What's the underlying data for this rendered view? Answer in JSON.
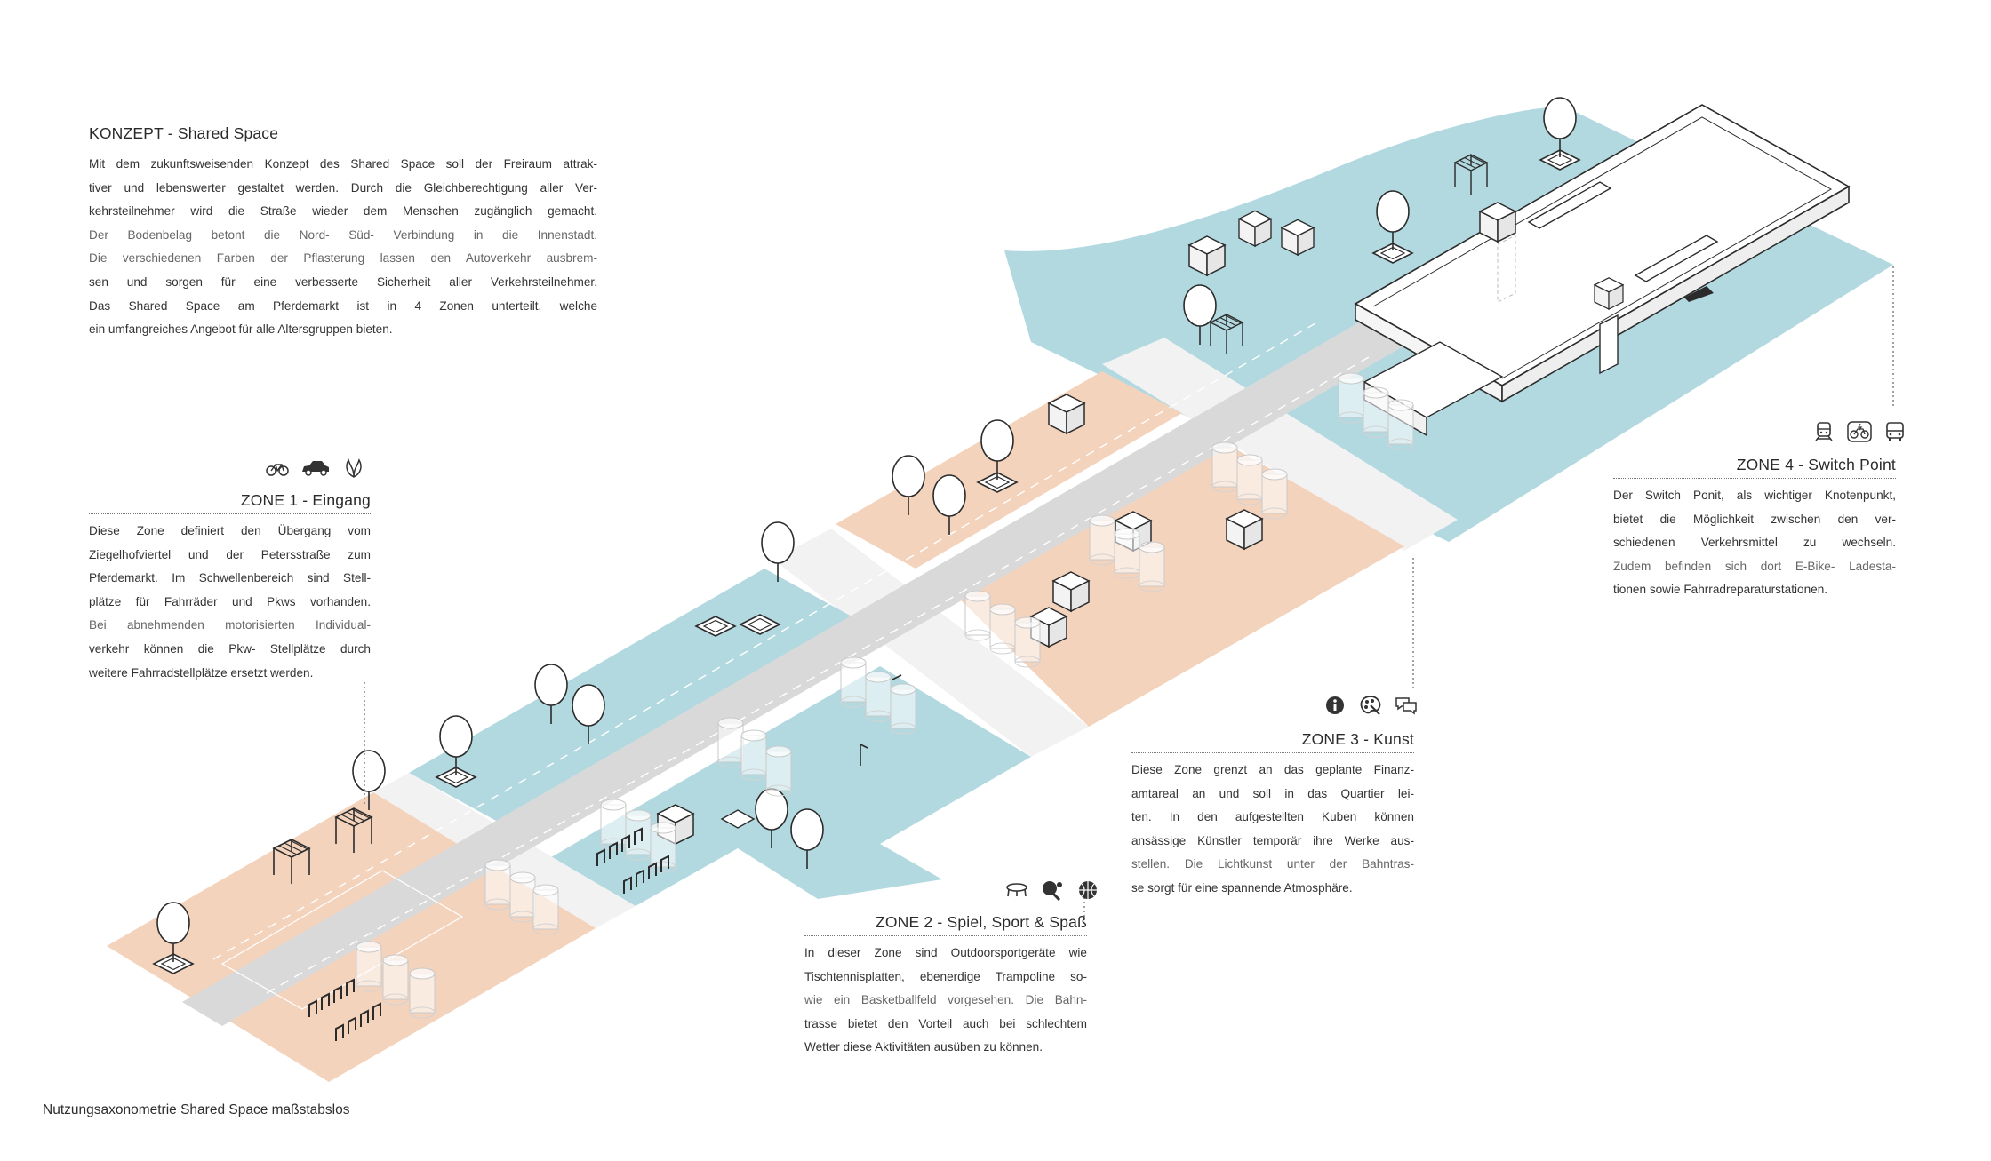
{
  "konzept": {
    "title": "KONZEPT - Shared Space",
    "lines": [
      "Mit dem zukunftsweisenden Konzept des Shared Space soll der Freiraum attrak-",
      "tiver und  lebenswerter gestaltet werden. Durch die Gleichberechtigung aller Ver-",
      "kehrsteilnehmer wird die Straße wieder dem Menschen zugänglich gemacht.",
      "Der Bodenbelag betont die Nord- Süd- Verbindung in die Innenstadt.",
      "Die verschiedenen Farben der Pflasterung lassen den Autoverkehr ausbrem-",
      "sen und sorgen für eine verbesserte Sicherheit aller Verkehrsteilnehmer.",
      "Das Shared Space am Pferdemarkt ist in 4 Zonen unterteilt, welche",
      "ein umfangreiches Angebot für alle Altersgruppen bieten."
    ]
  },
  "zone1": {
    "title": "ZONE 1 - Eingang",
    "icons": [
      "bicycle-icon",
      "car-icon",
      "leaf-icon"
    ],
    "lines": [
      "Diese Zone definiert den Übergang  vom",
      "Ziegelhofviertel und der Petersstraße zum",
      "Pferdemarkt. Im Schwellenbereich sind Stell-",
      "plätze für Fahrräder und Pkws vorhanden.",
      "Bei abnehmenden motorisierten Individual-",
      "verkehr  können die Pkw- Stellplätze durch",
      "weitere  Fahrradstellplätze  ersetzt  werden."
    ]
  },
  "zone2": {
    "title": "ZONE 2 - Spiel, Sport & Spaß",
    "icons": [
      "trampoline-icon",
      "table-tennis-icon",
      "basketball-icon"
    ],
    "lines": [
      "In dieser Zone sind  Outdoorsportgeräte wie",
      "Tischtennisplatten, ebenerdige Trampoline so-",
      "wie ein Basketballfeld vorgesehen.  Die Bahn-",
      "trasse bietet den Vorteil auch bei schlechtem",
      "Wetter diese  Aktivitäten ausüben zu können."
    ]
  },
  "zone3": {
    "title": "ZONE 3 - Kunst",
    "icons": [
      "info-icon",
      "palette-icon",
      "chat-icon"
    ],
    "lines": [
      "Diese Zone grenzt an das geplante Finanz-",
      "amtareal an und soll in das Quartier lei-",
      "ten.   In den aufgestellten Kuben   können",
      "ansässige Künstler temporär ihre Werke aus-",
      "stellen. Die Lichtkunst unter der Bahntras-",
      "se sorgt für eine spannende Atmosphäre."
    ]
  },
  "zone4": {
    "title": "ZONE 4 - Switch Point",
    "icons": [
      "train-icon",
      "e-bike-icon",
      "bus-icon"
    ],
    "lines": [
      "Der Switch Ponit, als wichtiger Knotenpunkt,",
      "bietet  die  Möglichkeit  zwischen  den  ver-",
      "schiedenen  Verkehrsmittel  zu  wechseln.",
      "Zudem befinden sich  dort E-Bike- Ladesta-",
      "tionen    sowie    Fahrradreparaturstationen."
    ]
  },
  "caption": "Nutzungsaxonometrie Shared Space maßstabslos",
  "colors": {
    "orange": "#f4d3bd",
    "blue": "#b2d9e0",
    "grey": "#dadada",
    "white": "#f4f4f4",
    "line": "#2b2b2b"
  }
}
